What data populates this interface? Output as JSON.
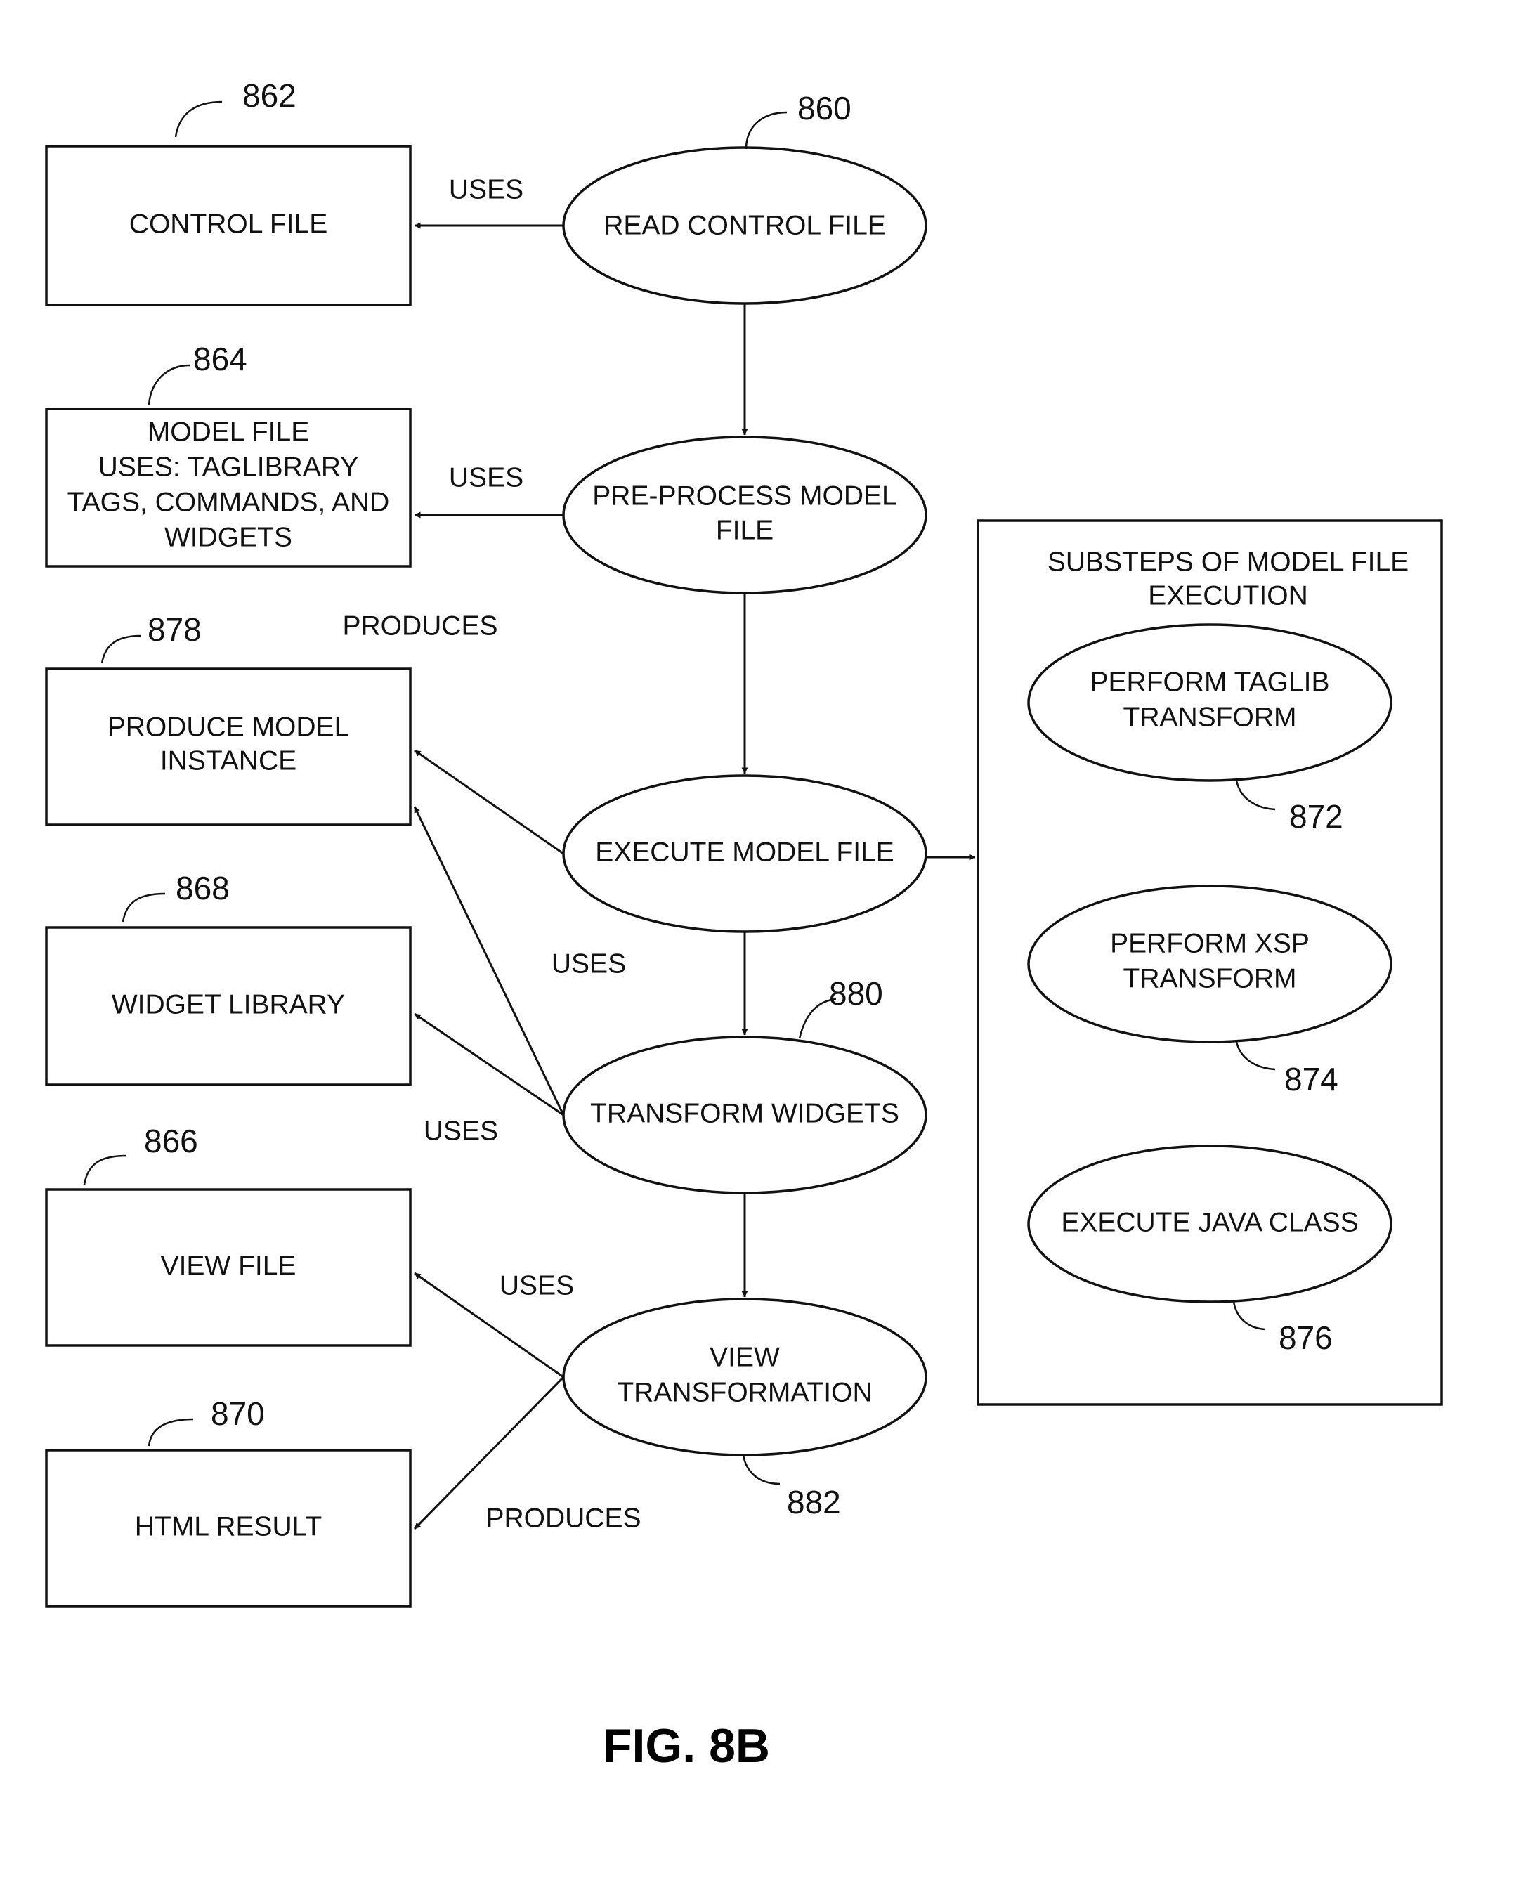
{
  "boxes": {
    "control_file": {
      "ref": "862",
      "lines": [
        "CONTROL FILE"
      ]
    },
    "model_file": {
      "ref": "864",
      "lines": [
        "MODEL FILE",
        "USES: TAGLIBRARY",
        "TAGS, COMMANDS, AND",
        "WIDGETS"
      ]
    },
    "model_instance": {
      "ref": "878",
      "lines": [
        "PRODUCE MODEL",
        "INSTANCE"
      ]
    },
    "widget_library": {
      "ref": "868",
      "lines": [
        "WIDGET LIBRARY"
      ]
    },
    "view_file": {
      "ref": "866",
      "lines": [
        "VIEW FILE"
      ]
    },
    "html_result": {
      "ref": "870",
      "lines": [
        "HTML RESULT"
      ]
    }
  },
  "steps": {
    "read_control": {
      "ref": "860",
      "lines": [
        "READ CONTROL FILE"
      ]
    },
    "preprocess": {
      "ref": "",
      "lines": [
        "PRE-PROCESS MODEL",
        "FILE"
      ]
    },
    "execute_model": {
      "ref": "",
      "lines": [
        "EXECUTE MODEL FILE"
      ]
    },
    "transform_widgets": {
      "ref": "880",
      "lines": [
        "TRANSFORM WIDGETS"
      ]
    },
    "view_transformation": {
      "ref": "882",
      "lines": [
        "VIEW",
        "TRANSFORMATION"
      ]
    }
  },
  "substeps": {
    "title": [
      "SUBSTEPS OF MODEL FILE",
      "EXECUTION"
    ],
    "taglib": {
      "ref": "872",
      "lines": [
        "PERFORM TAGLIB",
        "TRANSFORM"
      ]
    },
    "xsp": {
      "ref": "874",
      "lines": [
        "PERFORM XSP",
        "TRANSFORM"
      ]
    },
    "java": {
      "ref": "876",
      "lines": [
        "EXECUTE JAVA CLASS"
      ]
    }
  },
  "edge_labels": {
    "uses_1": "USES",
    "uses_2": "USES",
    "produces_1": "PRODUCES",
    "uses_3": "USES",
    "uses_4": "USES",
    "uses_5": "USES",
    "produces_2": "PRODUCES"
  },
  "figure_label": "FIG. 8B"
}
